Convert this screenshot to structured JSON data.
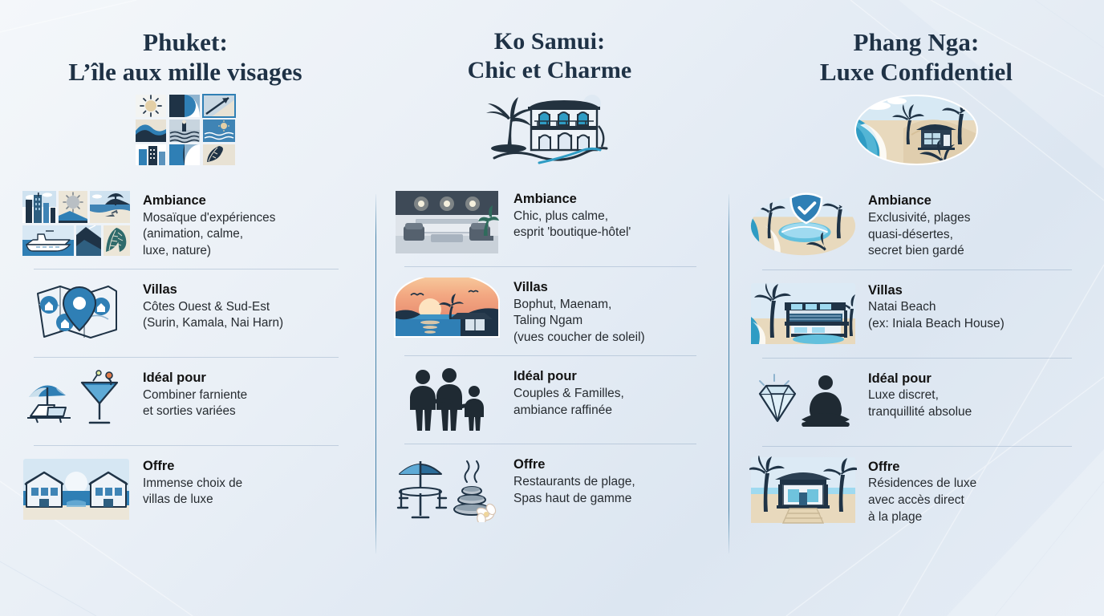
{
  "page": {
    "accent_color": "#2b709c",
    "title_color": "#1f3246",
    "body_color": "#262b30",
    "background_color": "#e9eff6"
  },
  "columns": [
    {
      "id": "phuket",
      "title": "Phuket:\nL’île aux mille visages",
      "header_icon": "mosaic-tiles-icon",
      "rows": [
        {
          "icon": "collage-city-beach-yacht-icon",
          "title": "Ambiance",
          "body": "Mosaïque d'expériences\n(animation, calme,\nluxe, nature)"
        },
        {
          "icon": "map-pin-locations-icon",
          "title": "Villas",
          "body": "Côtes Ouest & Sud-Est\n(Surin, Kamala, Nai Harn)"
        },
        {
          "icon": "beach-lounger-cocktail-icon",
          "title": "Idéal pour",
          "body": "Combiner farniente\net sorties variées"
        },
        {
          "icon": "luxury-villas-sunset-icon",
          "title": "Offre",
          "body": "Immense choix de\nvillas de luxe"
        }
      ]
    },
    {
      "id": "ko-samui",
      "title": "Ko Samui:\nChic et Charme",
      "header_icon": "boutique-hotel-palm-icon",
      "rows": [
        {
          "icon": "hotel-lobby-interior-icon",
          "title": "Ambiance",
          "body": "Chic, plus calme,\nesprit 'boutique-hôtel'"
        },
        {
          "icon": "sunset-villa-sea-icon",
          "title": "Villas",
          "body": "Bophut, Maenam,\nTaling Ngam\n(vues coucher de soleil)"
        },
        {
          "icon": "family-group-icon",
          "title": "Idéal pour",
          "body": "Couples & Familles,\nambiance raffinée"
        },
        {
          "icon": "beach-restaurant-spa-icon",
          "title": "Offre",
          "body": "Restaurants de plage,\nSpas haut de gamme"
        }
      ]
    },
    {
      "id": "phang-nga",
      "title": "Phang Nga:\nLuxe Confidentiel",
      "header_icon": "secluded-beach-villa-oval-icon",
      "rows": [
        {
          "icon": "private-beach-shield-icon",
          "title": "Ambiance",
          "body": "Exclusivité, plages\nquasi-désertes,\nsecret bien gardé"
        },
        {
          "icon": "modern-beach-villa-icon",
          "title": "Villas",
          "body": "Natai Beach\n(ex: Iniala Beach House)"
        },
        {
          "icon": "diamond-meditation-icon",
          "title": "Idéal pour",
          "body": "Luxe discret,\ntranquillité absolue"
        },
        {
          "icon": "beachfront-pavilion-icon",
          "title": "Offre",
          "body": "Résidences de luxe\navec accès direct\nà la plage"
        }
      ]
    }
  ]
}
